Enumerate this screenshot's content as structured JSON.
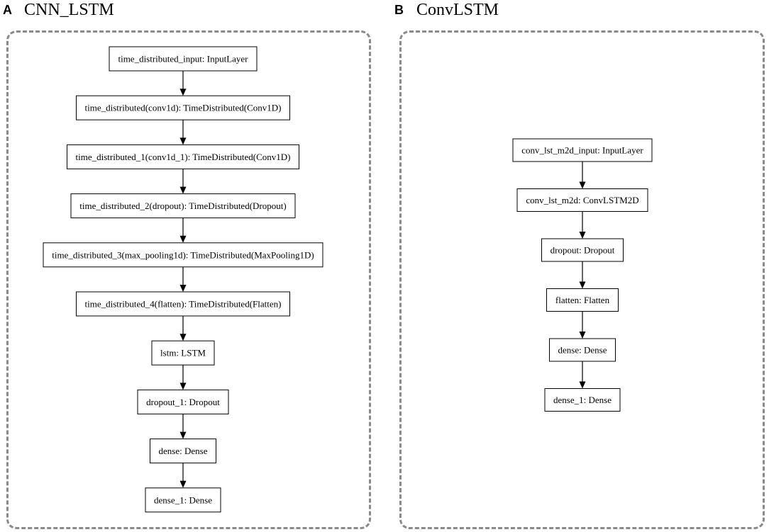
{
  "panels": [
    {
      "letter": "A",
      "title": "CNN_LSTM",
      "nodes": [
        "time_distributed_input: InputLayer",
        "time_distributed(conv1d): TimeDistributed(Conv1D)",
        "time_distributed_1(conv1d_1): TimeDistributed(Conv1D)",
        "time_distributed_2(dropout): TimeDistributed(Dropout)",
        "time_distributed_3(max_pooling1d): TimeDistributed(MaxPooling1D)",
        "time_distributed_4(flatten): TimeDistributed(Flatten)",
        "lstm: LSTM",
        "dropout_1: Dropout",
        "dense: Dense",
        "dense_1: Dense"
      ]
    },
    {
      "letter": "B",
      "title": "ConvLSTM",
      "nodes": [
        "conv_lst_m2d_input: InputLayer",
        "conv_lst_m2d: ConvLSTM2D",
        "dropout: Dropout",
        "flatten: Flatten",
        "dense: Dense",
        "dense_1: Dense"
      ]
    }
  ]
}
